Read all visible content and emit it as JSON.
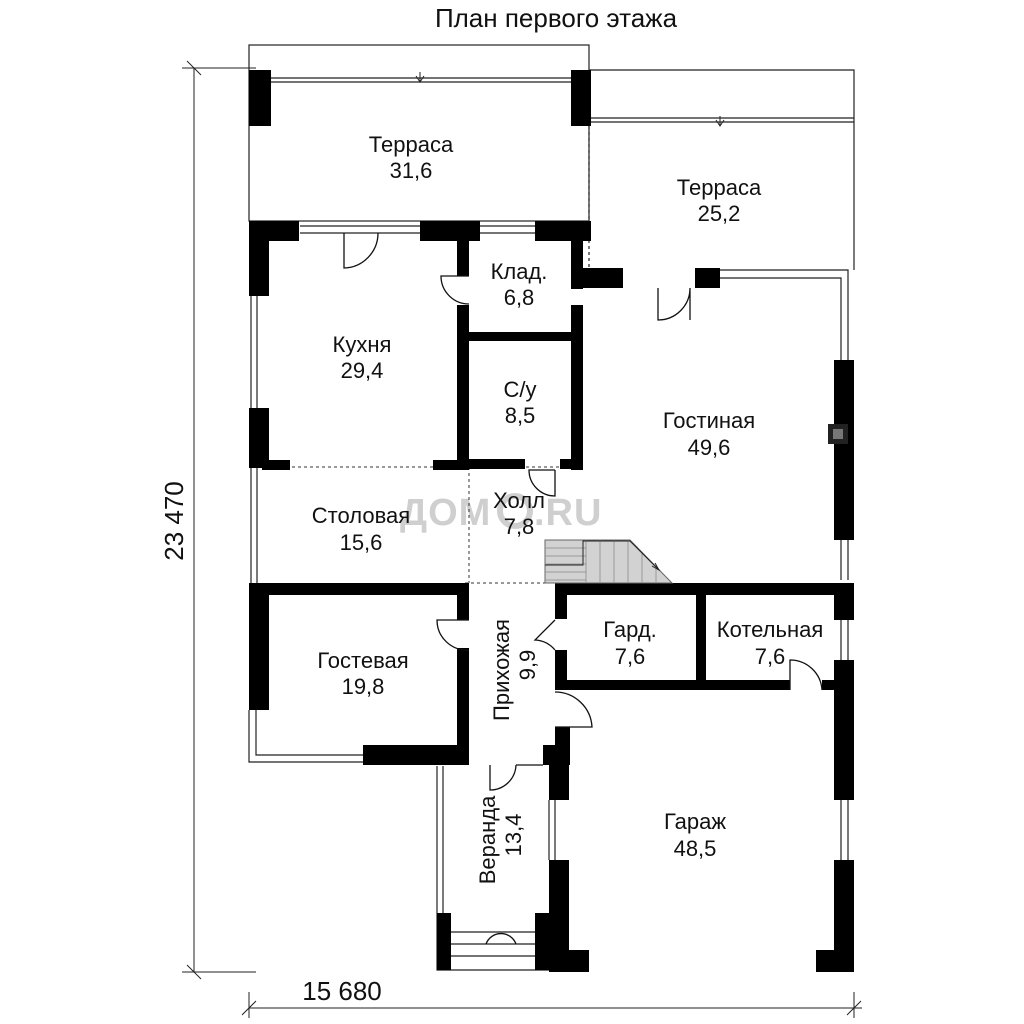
{
  "title": "План первого этажа",
  "watermark": "ДОМ",
  "watermark_tail": ".RU",
  "dimensions": {
    "height_label": "23 470",
    "width_label": "15 680"
  },
  "rooms": {
    "terrace_1": {
      "name": "Терраса",
      "area": "31,6"
    },
    "terrace_2": {
      "name": "Терраса",
      "area": "25,2"
    },
    "kitchen": {
      "name": "Кухня",
      "area": "29,4"
    },
    "storage": {
      "name": "Клад.",
      "area": "6,8"
    },
    "wc": {
      "name": "С/у",
      "area": "8,5"
    },
    "living": {
      "name": "Гостиная",
      "area": "49,6"
    },
    "hall": {
      "name": "Холл",
      "area": "7,8"
    },
    "dining": {
      "name": "Столовая",
      "area": "15,6"
    },
    "guest": {
      "name": "Гостевая",
      "area": "19,8"
    },
    "entry": {
      "name": "Прихожая",
      "area": "9,9"
    },
    "wardrobe": {
      "name": "Гард.",
      "area": "7,6"
    },
    "boiler": {
      "name": "Котельная",
      "area": "7,6"
    },
    "veranda": {
      "name": "Веранда",
      "area": "13,4"
    },
    "garage": {
      "name": "Гараж",
      "area": "48,5"
    }
  }
}
